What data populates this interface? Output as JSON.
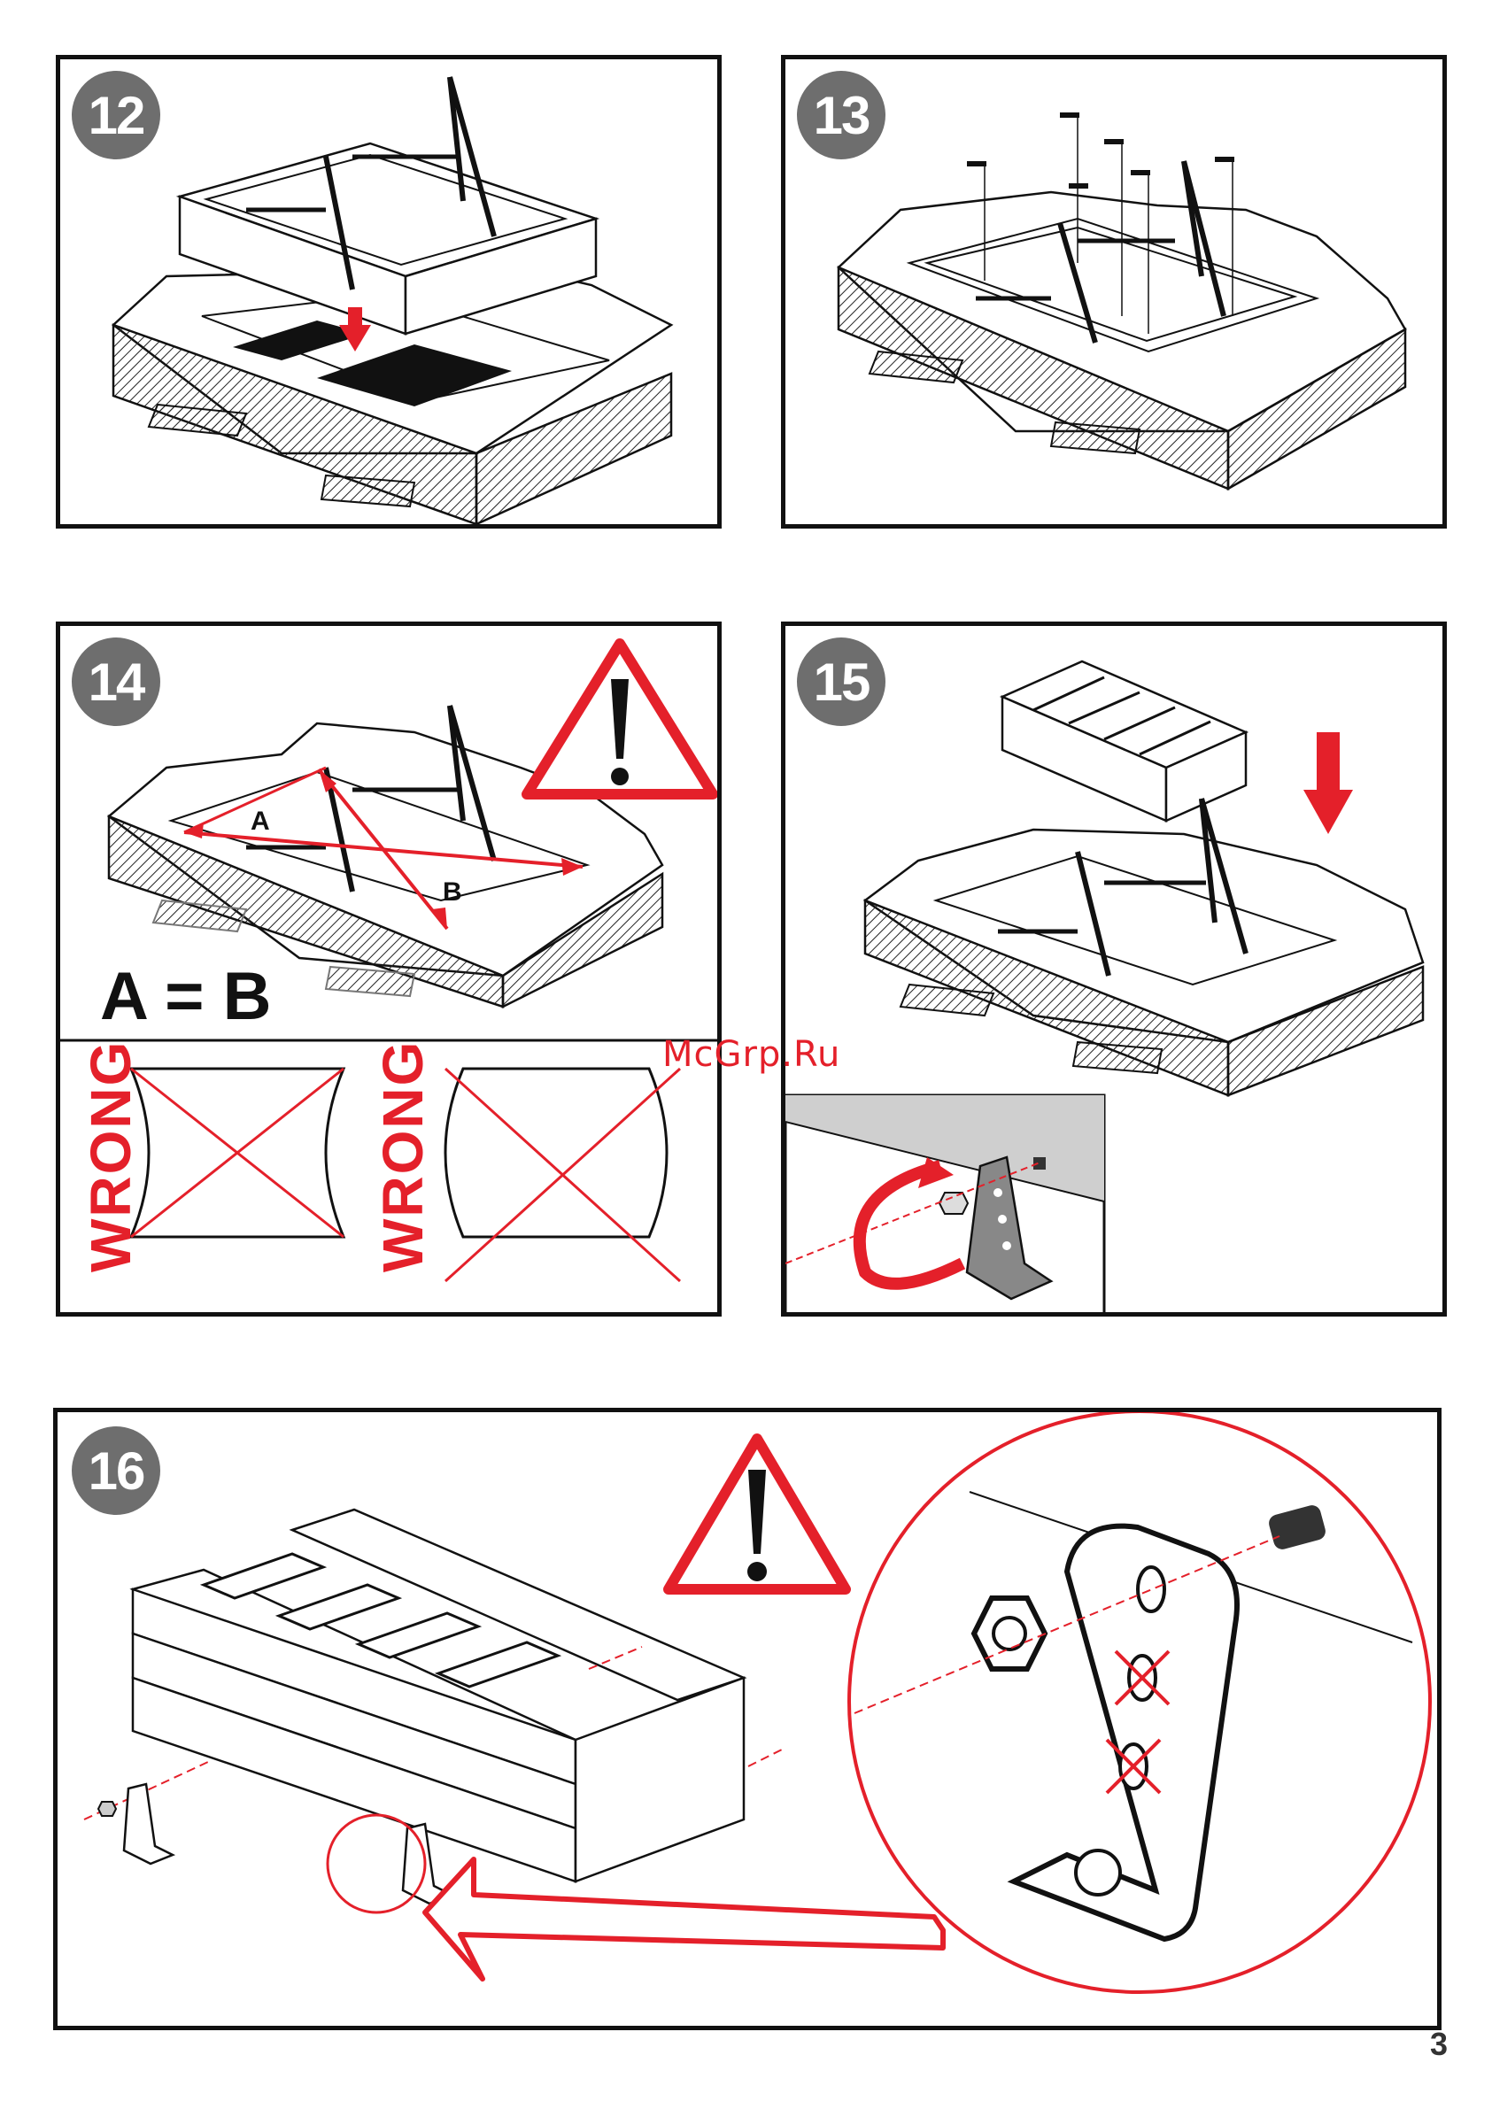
{
  "steps": {
    "s12": "12",
    "s13": "13",
    "s14": "14",
    "s15": "15",
    "s16": "16"
  },
  "step14": {
    "label_a": "A",
    "label_b": "B",
    "equation": "A = B",
    "wrong_1": "WRONG",
    "wrong_2": "WRONG"
  },
  "watermark": "McGrp.Ru",
  "page_number": "3",
  "colors": {
    "accent_red": "#e4202a",
    "badge_gray": "#6e6e6e",
    "ink": "#111111"
  },
  "icons": {
    "warning": "warning-triangle-icon",
    "arrow": "arrow-down-icon"
  }
}
